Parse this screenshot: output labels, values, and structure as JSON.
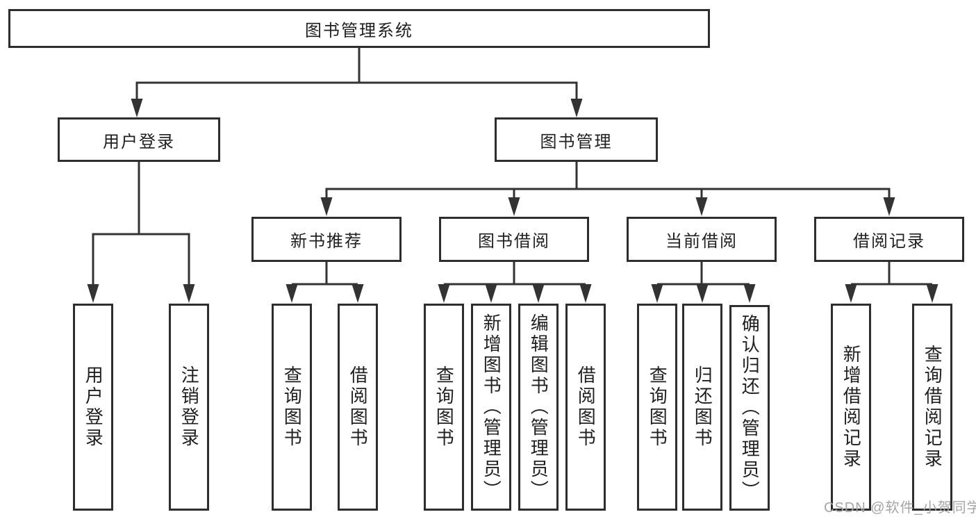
{
  "diagram": {
    "root": {
      "label": "图书管理系统"
    },
    "level2": [
      {
        "label": "用户登录"
      },
      {
        "label": "图书管理"
      }
    ],
    "level3": [
      {
        "label": "新书推荐"
      },
      {
        "label": "图书借阅"
      },
      {
        "label": "当前借阅"
      },
      {
        "label": "借阅记录"
      }
    ],
    "leaves": {
      "user_login": [
        {
          "label": "用户登录"
        },
        {
          "label": "注销登录"
        }
      ],
      "new_book_recommend": [
        {
          "label": "查询图书"
        },
        {
          "label": "借阅图书"
        }
      ],
      "book_borrow": [
        {
          "label": "查询图书"
        },
        {
          "label": "新增图书（管理员）"
        },
        {
          "label": "编辑图书（管理员）"
        },
        {
          "label": "借阅图书"
        }
      ],
      "current_borrow": [
        {
          "label": "查询图书"
        },
        {
          "label": "归还图书"
        },
        {
          "label": "确认归还（管理员）"
        }
      ],
      "borrow_records": [
        {
          "label": "新增借阅记录"
        },
        {
          "label": "查询借阅记录"
        }
      ]
    }
  },
  "watermark": {
    "text": "CSDN @软件_小贺同学"
  },
  "colors": {
    "line": "#333333",
    "box_border": "#2d2d2d",
    "text": "#1f1f1f",
    "watermark": "#a5a5a5",
    "background": "#ffffff"
  }
}
